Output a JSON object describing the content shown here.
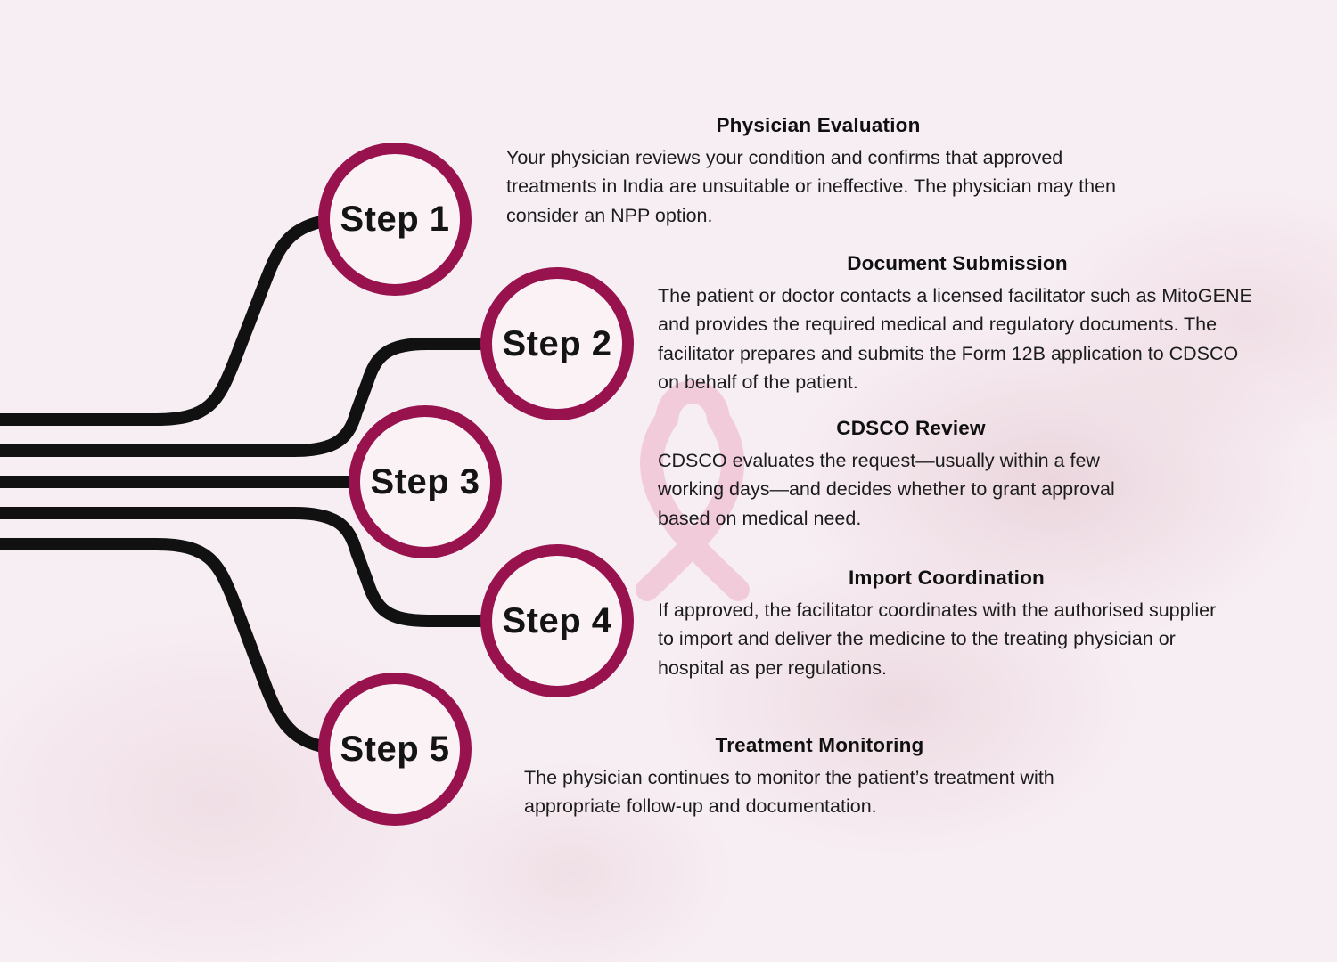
{
  "colors": {
    "background": "#f7eef3",
    "circle_ring": "#98124e",
    "circle_fill": "#fbf2f6",
    "connector_line": "#111111",
    "text": "#1c1c1c",
    "ribbon_accent": "#e78cad"
  },
  "steps": [
    {
      "label": "Step 1",
      "title": "Physician Evaluation",
      "description": "Your physician reviews your condition and confirms that approved treatments in India are unsuitable or ineffective. The physician may then consider an NPP option."
    },
    {
      "label": "Step 2",
      "title": "Document Submission",
      "description": "The patient or doctor contacts a licensed facilitator such as MitoGENE and provides the required medical and regulatory documents. The facilitator prepares and submits the Form 12B application to CDSCO on behalf of the patient."
    },
    {
      "label": "Step 3",
      "title": "CDSCO Review",
      "description": "CDSCO evaluates the request—usually within a few working days—and decides whether to grant approval based on medical need."
    },
    {
      "label": "Step 4",
      "title": "Import Coordination",
      "description": "If approved, the facilitator coordinates with the authorised supplier to import and deliver the medicine to the treating physician or hospital as per regulations."
    },
    {
      "label": "Step 5",
      "title": "Treatment Monitoring",
      "description": "The physician continues to monitor the patient’s treatment with appropriate follow-up and documentation."
    }
  ]
}
